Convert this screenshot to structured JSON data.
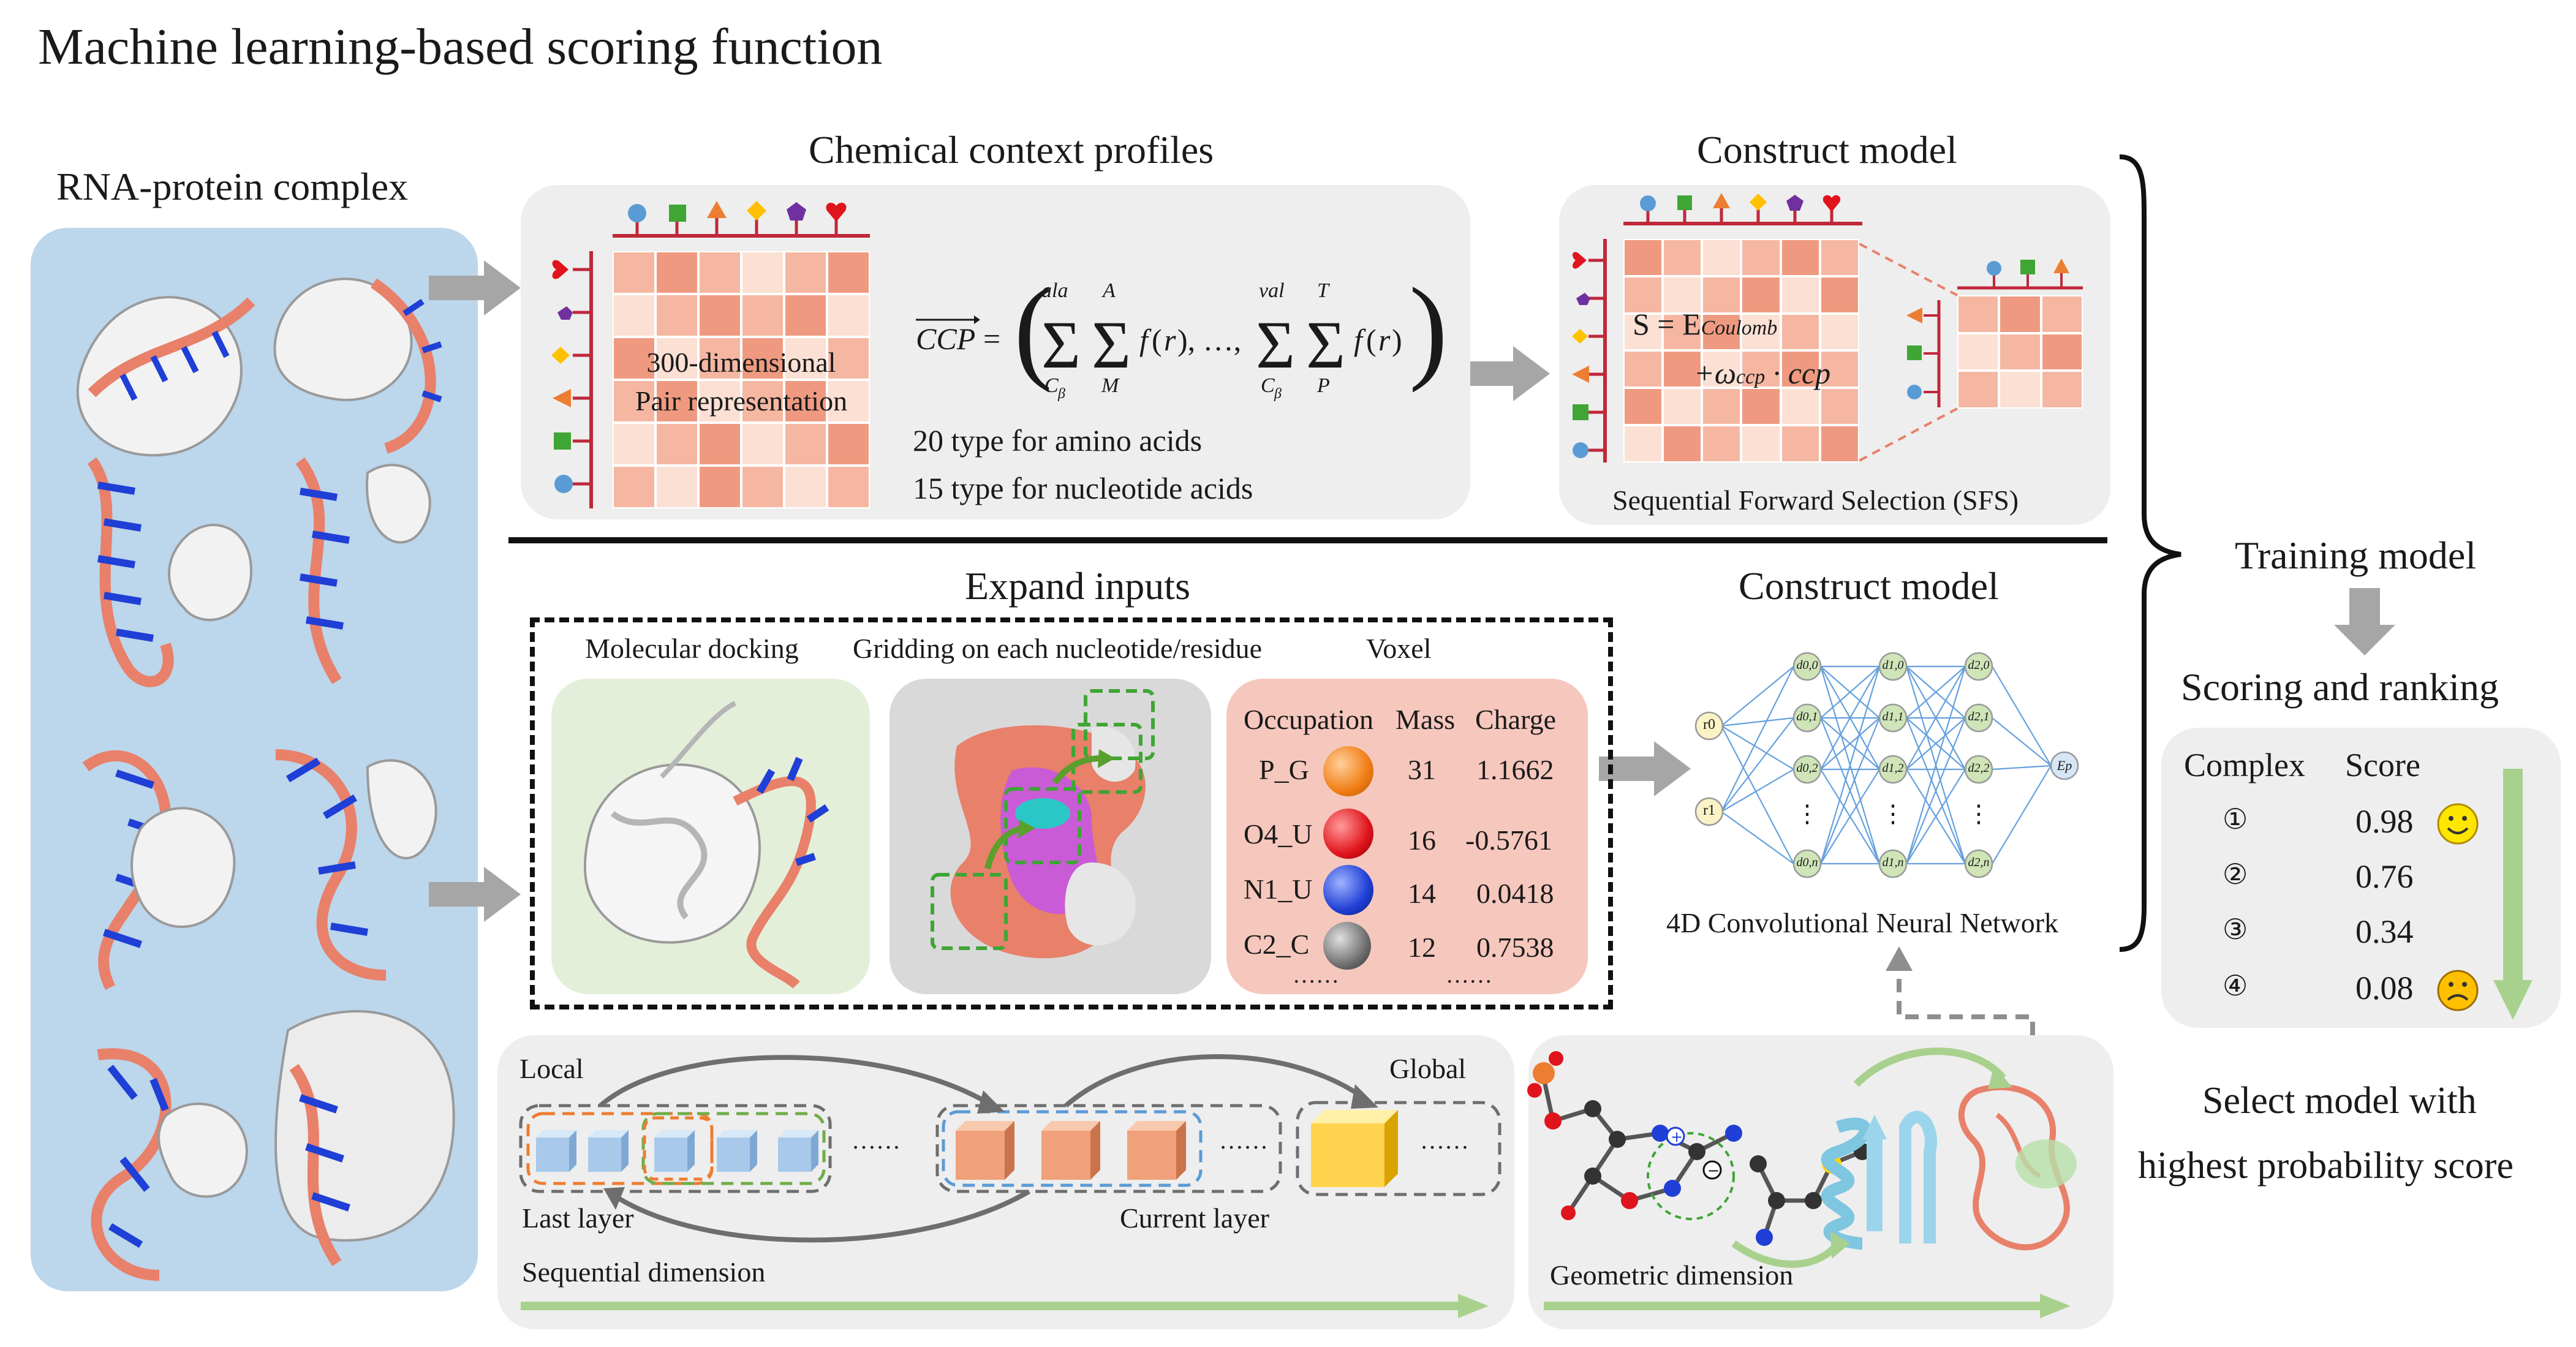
{
  "title": "Machine learning-based scoring function",
  "rna_protein": {
    "heading": "RNA-protein complex"
  },
  "ccp": {
    "heading": "Chemical context profiles",
    "matrix_label_line1": "300-dimensional",
    "matrix_label_line2": "Pair representation",
    "formula_lhs": "CCP",
    "formula_body": "= ( Σ_{Cβ}^{ala} Σ_{M}^{A} f(r), …, Σ_{Cβ}^{val} Σ_{P}^{T} f(r) )",
    "note_amino": "20 type for amino acids",
    "note_nucleotide": "15 type for nucleotide acids"
  },
  "construct_top": {
    "heading": "Construct model",
    "energy_line1": "S = E",
    "energy_sub": "Coulomb",
    "energy_line2": "+ω",
    "energy_line2_sub": "ccp",
    "energy_line2_end": "· ccp",
    "caption": "Sequential Forward Selection (SFS)"
  },
  "expand": {
    "heading": "Expand inputs",
    "docking_label": "Molecular docking",
    "gridding_label": "Gridding on each nucleotide/residue",
    "voxel_label": "Voxel",
    "table": {
      "headers": [
        "Occupation",
        "Mass",
        "Charge"
      ],
      "rows": [
        {
          "name": "P_G",
          "mass": "31",
          "charge": "1.1662",
          "color": "#f07d14"
        },
        {
          "name": "O4_U",
          "mass": "16",
          "charge": "-0.5761",
          "color": "#e0141c"
        },
        {
          "name": "N1_U",
          "mass": "14",
          "charge": "0.0418",
          "color": "#1f3fd6"
        },
        {
          "name": "C2_C",
          "mass": "12",
          "charge": "0.7538",
          "color": "#707070"
        }
      ],
      "ellipsis_left": "……",
      "ellipsis_right": "……"
    }
  },
  "construct_bottom": {
    "heading": "Construct model",
    "caption": "4D Convolutional Neural Network",
    "inputs": [
      "r0",
      "r1"
    ],
    "layer1": [
      "d0,0",
      "d0,1",
      "d0,2",
      "⋮",
      "d0,n"
    ],
    "layer2": [
      "d1,0",
      "d1,1",
      "d1,2",
      "⋮",
      "d1,n"
    ],
    "layer3": [
      "d2,0",
      "d2,1",
      "d2,2",
      "⋮",
      "d2,n"
    ],
    "output": "Ep"
  },
  "sequential": {
    "local": "Local",
    "global": "Global",
    "last_layer": "Last layer",
    "current_layer": "Current layer",
    "dimension": "Sequential dimension",
    "ellipsis": "……"
  },
  "geometric": {
    "dimension": "Geometric dimension"
  },
  "right": {
    "training": "Training model",
    "scoring": "Scoring and ranking",
    "col_complex": "Complex",
    "col_score": "Score",
    "rows": [
      {
        "rank": "①",
        "score": "0.98",
        "face": "happy"
      },
      {
        "rank": "②",
        "score": "0.76",
        "face": ""
      },
      {
        "rank": "③",
        "score": "0.34",
        "face": ""
      },
      {
        "rank": "④",
        "score": "0.08",
        "face": "sad"
      }
    ],
    "select_line1": "Select model with",
    "select_line2": "highest probability score"
  },
  "colors": {
    "matrix_light": "#fbe0d3",
    "matrix_mid": "#f5b7a2",
    "matrix_dark": "#ef9a80",
    "ribbon_rna": "#e8806a",
    "base_blue": "#1f3fd6",
    "green_arrow": "#a9d18e",
    "node_green": "#cfe5b8",
    "node_yellow": "#fbf3c6",
    "node_blue": "#d6e6f7"
  }
}
